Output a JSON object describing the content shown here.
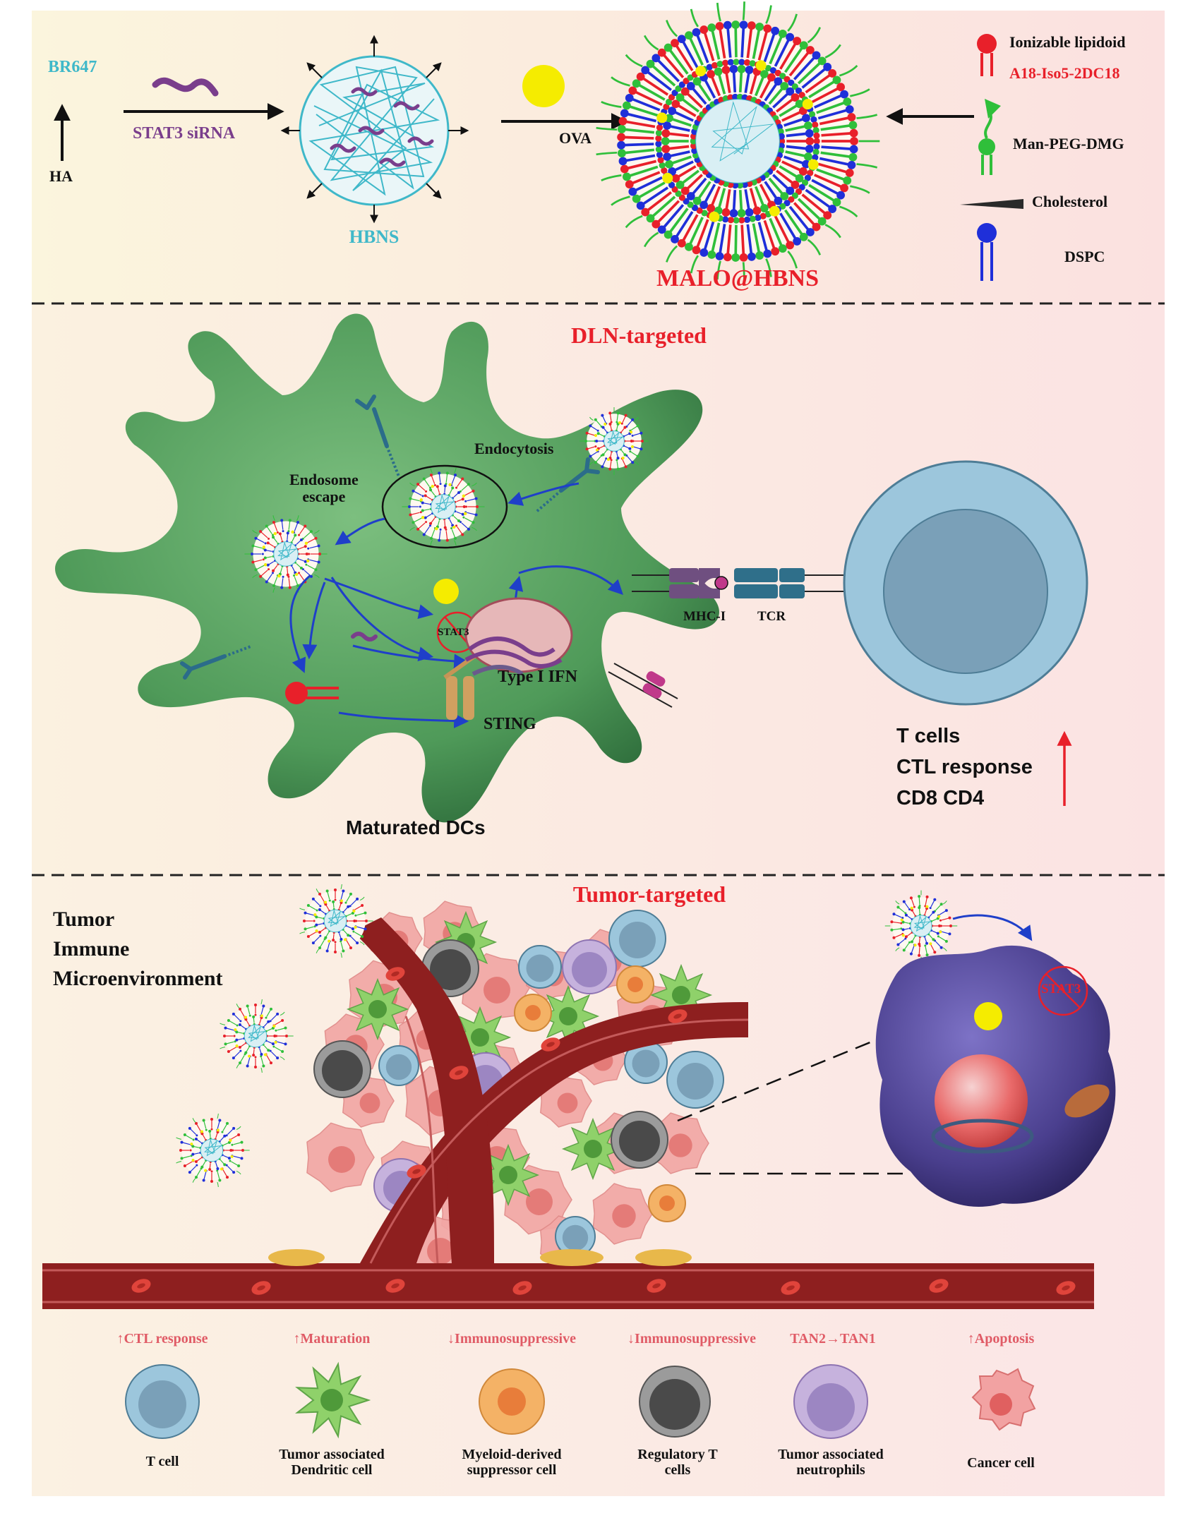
{
  "colors": {
    "red_label": "#e8202a",
    "cyan_label": "#3fb8c9",
    "purple_label": "#7a3e8c",
    "legend_label": "#e05b66",
    "cell_green": "#4e9a5a",
    "t_cell_blue": "#9cc6dc",
    "tumor_purple": "#4b3f8c",
    "vessel_red": "#8e1f1f",
    "arrow_blue": "#1f3fc9"
  },
  "panel1": {
    "br647": "BR647",
    "ha": "HA",
    "stat3_sirna": "STAT3 siRNA",
    "hbns": "HBNS",
    "ova": "OVA",
    "malo": "MALO@HBNS",
    "components": [
      {
        "label": "Ionizable lipidoid",
        "sub": "A18-Iso5-2DC18",
        "icon": "red-lipid-icon"
      },
      {
        "label": "Man-PEG-DMG",
        "icon": "green-mannose-lipid-icon"
      },
      {
        "label": "Cholesterol",
        "icon": "cholesterol-wedge-icon"
      },
      {
        "label": "DSPC",
        "icon": "blue-lipid-icon"
      }
    ]
  },
  "panel2": {
    "title": "DLN-targeted",
    "endocytosis": "Endocytosis",
    "endosome_escape": "Endosome\nescape",
    "stat3": "STAT3",
    "type1ifn": "Type I IFN",
    "sting": "STING",
    "mhc": "MHC-I",
    "tcr": "TCR",
    "dc_label": "Maturated DCs",
    "tcell_effects": [
      "T cells",
      "CTL response",
      "CD8 CD4"
    ]
  },
  "panel3": {
    "title": "Tumor-targeted",
    "tme": [
      "Tumor",
      "Immune",
      "Microenvironment"
    ],
    "stat3": "STAT3"
  },
  "legend": [
    {
      "effect": "↑CTL response",
      "name": "T cell",
      "icon": "t-cell-icon"
    },
    {
      "effect": "↑Maturation",
      "name": "Tumor associated\nDendritic cell",
      "icon": "dendritic-cell-icon"
    },
    {
      "effect": "↓Immunosuppressive",
      "name": "Myeloid-derived\nsuppressor cell",
      "icon": "mdsc-icon"
    },
    {
      "effect": "↓Immunosuppressive",
      "name": "Regulatory T\ncells",
      "icon": "treg-icon"
    },
    {
      "effect": "TAN2→TAN1",
      "name": "Tumor associated\nneutrophils",
      "icon": "neutrophil-icon"
    },
    {
      "effect": "↑Apoptosis",
      "name": "Cancer cell",
      "icon": "cancer-cell-icon"
    }
  ]
}
